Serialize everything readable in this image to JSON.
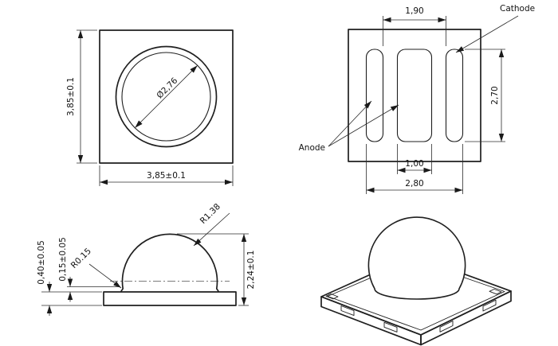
{
  "views": {
    "top": {
      "height_dim": "3,85±0.1",
      "width_dim": "3,85±0.1",
      "lens_diameter": "Ø2,76"
    },
    "pads": {
      "gap_dim": "1,90",
      "pad_length_dim": "2,70",
      "center_pad_width_dim": "1,00",
      "span_dim": "2,80",
      "anode": "Anode",
      "cathode": "Cathode"
    },
    "side": {
      "base_thickness_dim": "0,40±0.05",
      "lip_dim": "0,15±0.05",
      "total_height_dim": "2,24±0.1",
      "dome_radius": "R1.38",
      "fillet_radius": "R0.15"
    }
  }
}
